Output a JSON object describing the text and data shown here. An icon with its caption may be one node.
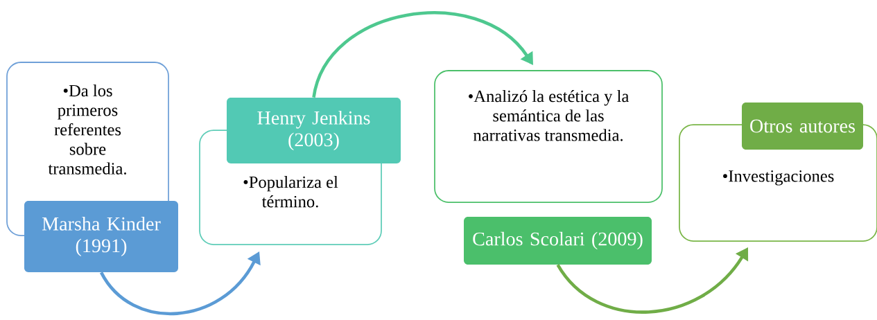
{
  "diagram": {
    "nodes": [
      {
        "text": [
          "•Da los primeros referentes sobre transmedia."
        ]
      },
      {
        "text": [
          "Marsha Kinder (1991)"
        ]
      },
      {
        "text": [
          "•Populariza el término."
        ]
      },
      {
        "text": [
          "Henry Jenkins (2003)"
        ]
      },
      {
        "text": [
          "•Analizó la estética y la semántica de las narrativas transmedia."
        ]
      },
      {
        "text": [
          "Carlos Scolari (2009)"
        ]
      },
      {
        "text": [
          "•Investigaciones"
        ]
      },
      {
        "text": [
          "Otros autores"
        ]
      }
    ],
    "edges": [
      {
        "from": 1,
        "to": 2,
        "arrow": "to",
        "color": "#5b9bd5"
      },
      {
        "from": 3,
        "to": 4,
        "arrow": "to",
        "color": "#4ec88f"
      },
      {
        "from": 5,
        "to": 6,
        "arrow": "to",
        "color": "#70ad47"
      }
    ]
  }
}
